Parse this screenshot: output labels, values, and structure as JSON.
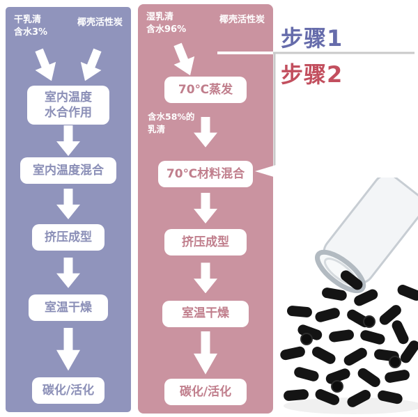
{
  "titles": [
    {
      "label": "步骤1",
      "color": "#666cab"
    },
    {
      "label": "步骤2",
      "color": "#c24f5e"
    }
  ],
  "left_panel": {
    "panel_color": "#9094bc",
    "text_color": "#8b8fb7",
    "inputs": [
      "干乳清\n含水3%",
      "椰壳活性炭"
    ],
    "steps": [
      "室内温度\n水合作用",
      "室内温度混合",
      "挤压成型",
      "室温干燥",
      "碳化/活化"
    ]
  },
  "right_panel": {
    "panel_color": "#ca93a0",
    "text_color": "#c07e8c",
    "inputs": [
      "湿乳清\n含水96%",
      "椰壳活性炭"
    ],
    "recycle_note": "含水58%的\n乳清",
    "steps": [
      "70℃蒸发",
      "70℃材料混合",
      "挤压成型",
      "室温干燥",
      "碳化/活化"
    ]
  },
  "icons": {
    "down_arrow": "white-block-down-arrow",
    "merge_arrows": "white-block-arrows-converging",
    "recycle_arrow": "white-left-arrowhead-loop-line"
  },
  "photo": {
    "alt": "黑色活性炭颗粒与玻璃瓶"
  }
}
